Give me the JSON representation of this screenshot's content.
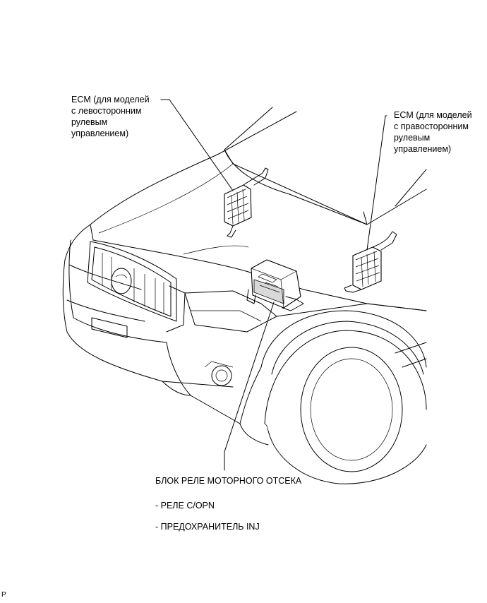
{
  "labels": {
    "ecm_left": "ECM (для моделей\nс левосторонним\nрулевым\nуправлением)",
    "ecm_right": "ECM (для моделей\nс правосторонним\nрулевым\nуправлением)",
    "relay_block": "БЛОК РЕЛЕ МОТОРНОГО ОТСЕКА",
    "relay_items": [
      "- РЕЛЕ C/OPN",
      "- ПРЕДОХРАНИТЕЛЬ INJ"
    ]
  },
  "figure_id": "P"
}
